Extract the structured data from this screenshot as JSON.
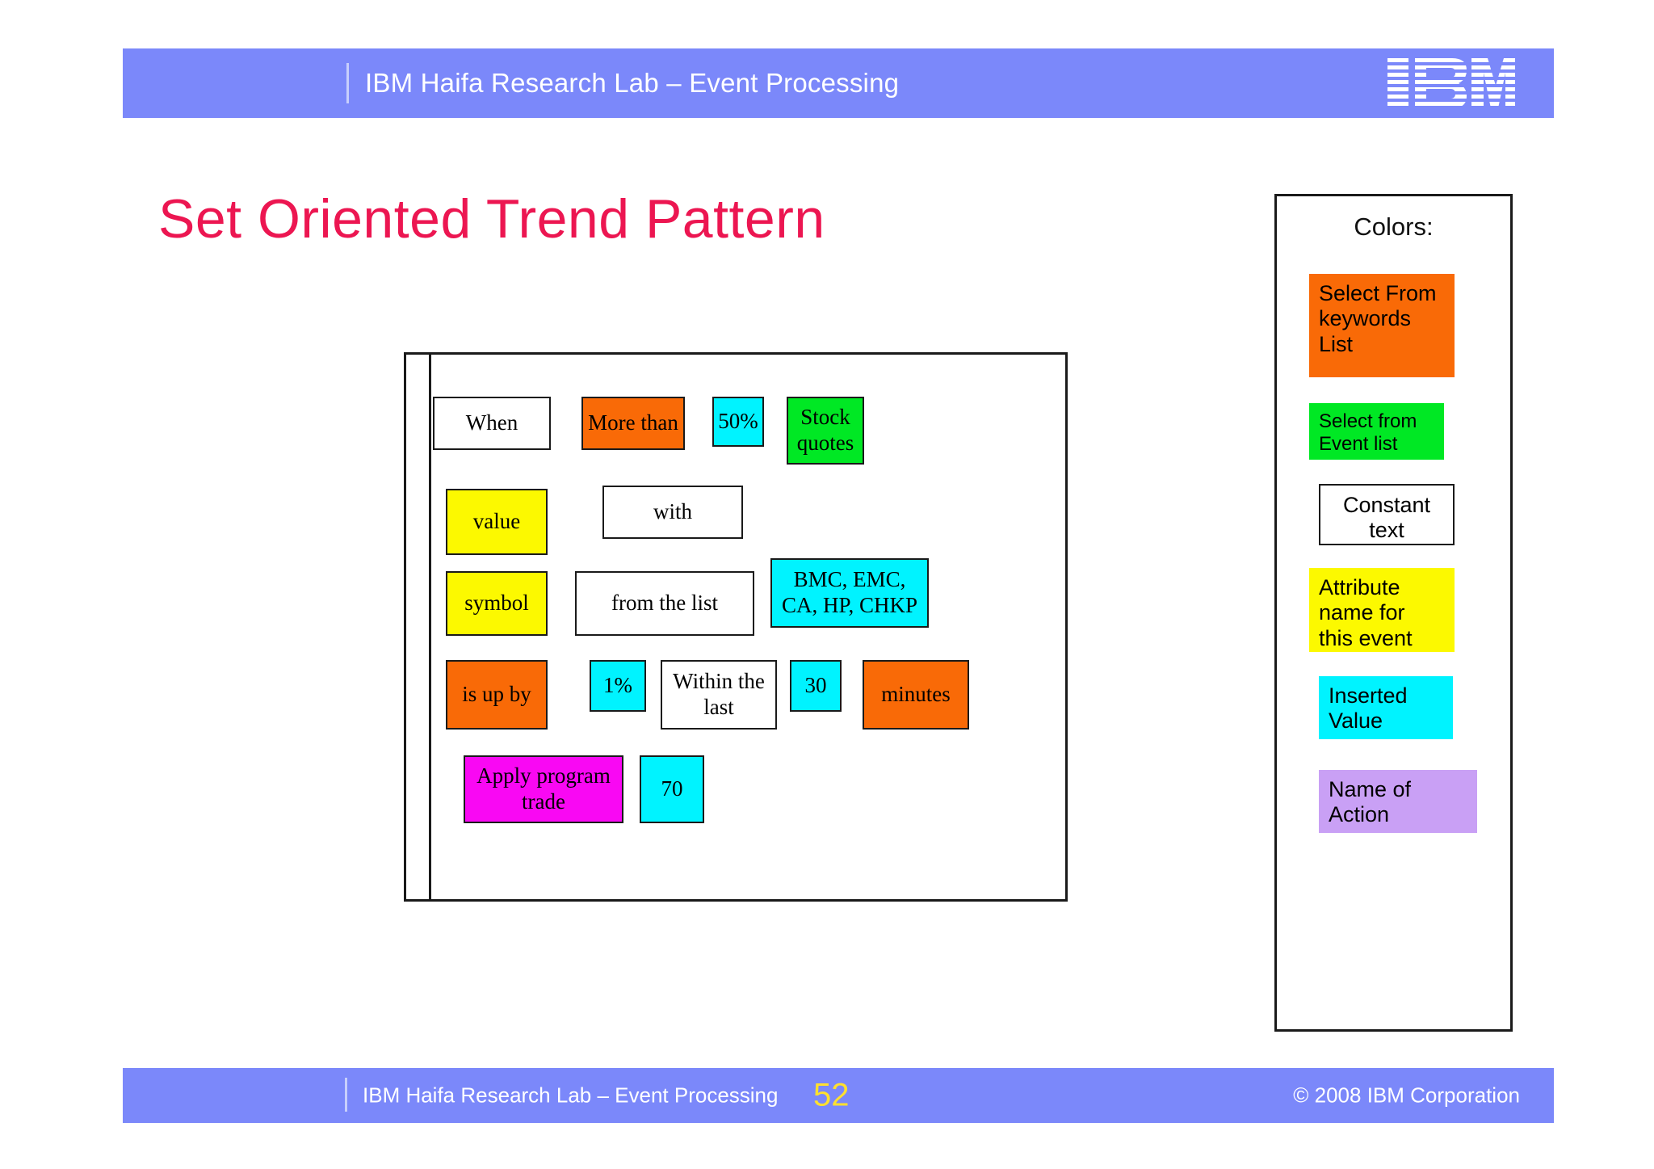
{
  "header": {
    "title": "IBM Haifa Research Lab – Event Processing",
    "logo_text": "IBM",
    "banner_color": "#7b88fa"
  },
  "slide": {
    "title": "Set Oriented Trend Pattern",
    "title_color": "#ec1651"
  },
  "diagram": {
    "rows": [
      {
        "row_name": "when-row",
        "boxes": [
          {
            "label": "When",
            "color_name": "white",
            "color": "#ffffff"
          },
          {
            "label": "More than",
            "color_name": "orange",
            "color": "#f96a07"
          },
          {
            "label": "50%",
            "color_name": "cyan",
            "color": "#00f3ff"
          },
          {
            "label": "Stock quotes",
            "color_name": "green",
            "color": "#00e824"
          }
        ]
      },
      {
        "row_name": "value-row",
        "boxes": [
          {
            "label": "value",
            "color_name": "yellow",
            "color": "#fcf900"
          },
          {
            "label": "with",
            "color_name": "white",
            "color": "#ffffff"
          }
        ]
      },
      {
        "row_name": "symbol-row",
        "boxes": [
          {
            "label": "symbol",
            "color_name": "yellow",
            "color": "#fcf900"
          },
          {
            "label": "from the list",
            "color_name": "white",
            "color": "#ffffff"
          },
          {
            "label": "BMC, EMC, CA, HP, CHKP",
            "color_name": "cyan",
            "color": "#00f3ff"
          }
        ]
      },
      {
        "row_name": "trend-row",
        "boxes": [
          {
            "label": "is up by",
            "color_name": "orange",
            "color": "#f96a07"
          },
          {
            "label": "1%",
            "color_name": "cyan",
            "color": "#00f3ff"
          },
          {
            "label": "Within the last",
            "color_name": "white",
            "color": "#ffffff"
          },
          {
            "label": "30",
            "color_name": "cyan",
            "color": "#00f3ff"
          },
          {
            "label": "minutes",
            "color_name": "orange",
            "color": "#f96a07"
          }
        ]
      },
      {
        "row_name": "action-row",
        "boxes": [
          {
            "label": "Apply program trade",
            "color_name": "magenta",
            "color": "#f908f3"
          },
          {
            "label": "70",
            "color_name": "cyan",
            "color": "#00f3ff"
          }
        ]
      }
    ]
  },
  "legend": {
    "heading": "Colors:",
    "items": [
      {
        "label": "Select From keywords List",
        "color_name": "orange",
        "color": "#f96a07"
      },
      {
        "label": "Select from Event list",
        "color_name": "green",
        "color": "#00e824"
      },
      {
        "label": "Constant text",
        "color_name": "white",
        "color": "#ffffff"
      },
      {
        "label": "Attribute name for this event",
        "color_name": "yellow",
        "color": "#fcf900"
      },
      {
        "label": "Inserted Value",
        "color_name": "cyan",
        "color": "#00f3ff"
      },
      {
        "label": "Name of Action",
        "color_name": "purple",
        "color": "#c9a0f5"
      }
    ]
  },
  "footer": {
    "title": "IBM Haifa Research Lab – Event Processing",
    "page_number": "52",
    "copyright": "© 2008 IBM Corporation",
    "page_number_color": "#ffe02e"
  }
}
